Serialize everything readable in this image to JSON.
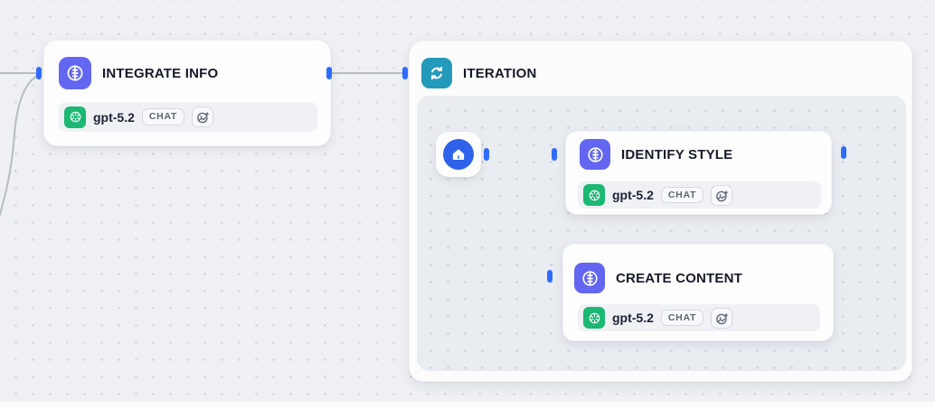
{
  "canvas": {
    "kind": "workflow-editor"
  },
  "nodes": {
    "integrate_info": {
      "title": "INTEGRATE INFO",
      "model": "gpt-5.2",
      "mode_badge": "CHAT"
    },
    "iteration": {
      "title": "ITERATION"
    },
    "iteration_start": {
      "icon": "home-icon"
    },
    "identify_style": {
      "title": "IDENTIFY STYLE",
      "model": "gpt-5.2",
      "mode_badge": "CHAT"
    },
    "create_content": {
      "title": "CREATE CONTENT",
      "model": "gpt-5.2",
      "mode_badge": "CHAT"
    }
  },
  "icons": {
    "llm": "llm-brain-icon",
    "iteration": "iteration-loop-icon",
    "start": "home-icon",
    "provider": "openai-icon",
    "capability": "vision-sparkle-icon"
  },
  "colors": {
    "llm_icon_bg": "#6366f1",
    "iteration_icon_bg": "#249aba",
    "start_circle_bg": "#2e62ea",
    "openai_icon_bg": "#1bb873",
    "handle_blue": "#2f6bff",
    "edge_gray": "#b7bbc4",
    "canvas_bg": "#eef0f4",
    "iteration_panel_bg": "#e9ecf1",
    "node_bg": "#fdfdfe"
  }
}
